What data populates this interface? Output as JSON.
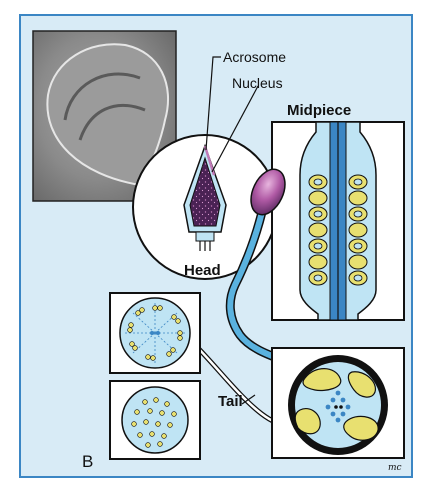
{
  "figure": {
    "panel_letter": "B",
    "signature": "mc"
  },
  "labels": {
    "acrosome": "Acrosome",
    "nucleus": "Nucleus",
    "midpiece": "Midpiece",
    "head": "Head",
    "tail": "Tail"
  },
  "colors": {
    "background": "#d8ebf6",
    "border": "#3b86c4",
    "cytoplasm": "#bfe4f4",
    "nucleus": "#4a2254",
    "acrosome": "#c07ab6",
    "mitochondria": "#e8e070",
    "micrograph": "#8e8e8e",
    "outline": "#111111"
  }
}
